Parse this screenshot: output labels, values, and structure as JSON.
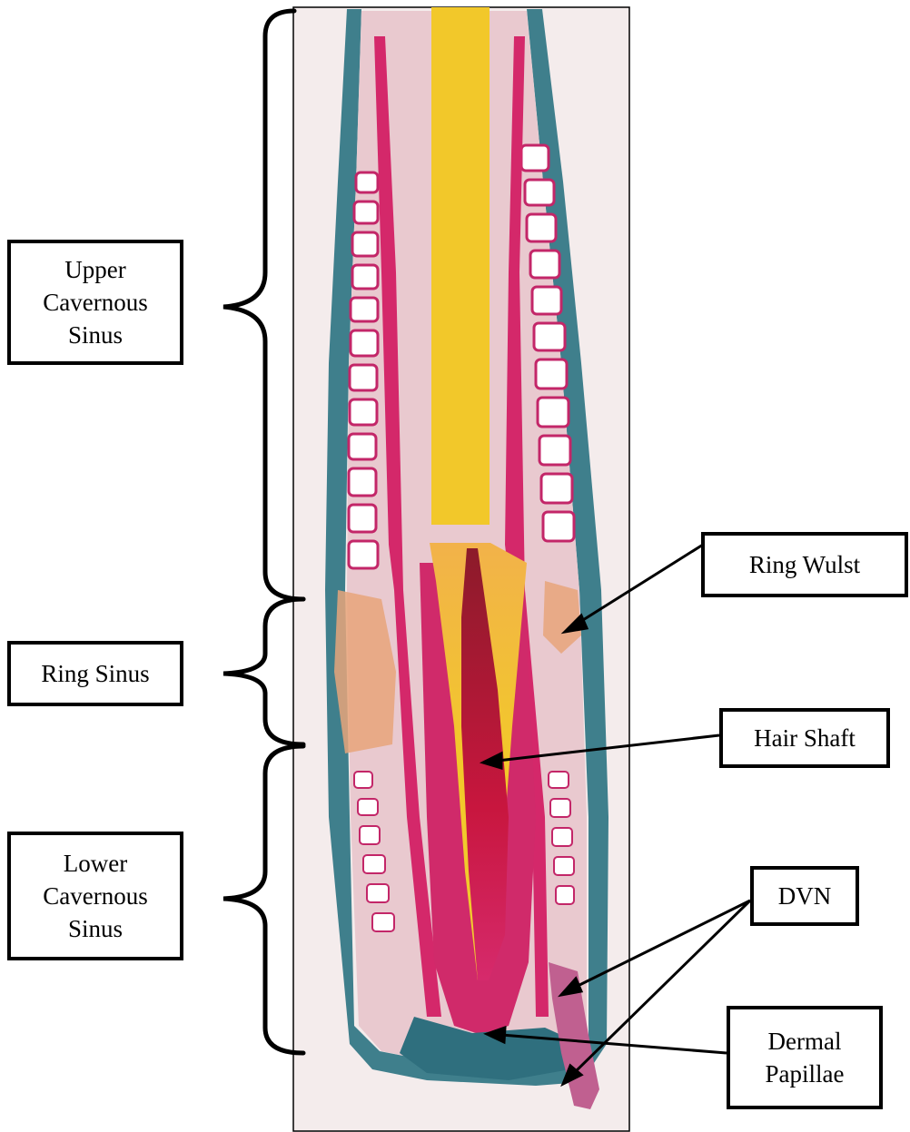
{
  "labels": {
    "upper_cavernous_sinus": [
      "Upper",
      "Cavernous",
      "Sinus"
    ],
    "ring_sinus": "Ring Sinus",
    "lower_cavernous_sinus": [
      "Lower",
      "Cavernous",
      "Sinus"
    ],
    "ring_wulst": "Ring Wulst",
    "hair_shaft": "Hair Shaft",
    "dvn": "DVN",
    "dermal_papillae": [
      "Dermal",
      "Papillae"
    ]
  },
  "colors": {
    "background": "#f4ecec",
    "capsule_blue": "#3f7f8c",
    "tissue_pink": "#d4286a",
    "hair_yellow": "#f2c82a",
    "sinus_orange": "#e8a57a",
    "outline": "#000000"
  }
}
